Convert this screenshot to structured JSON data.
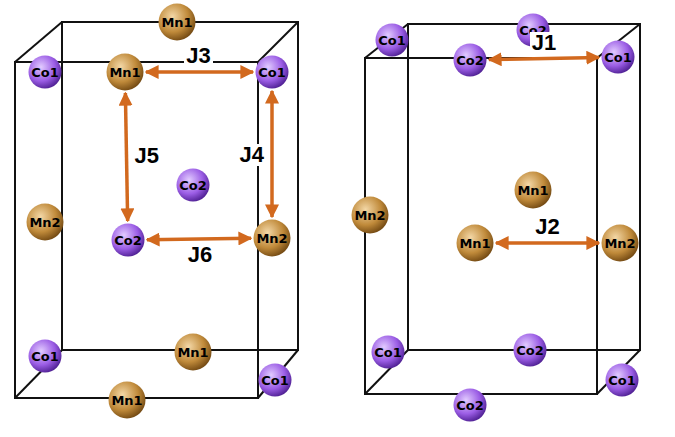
{
  "diagram": {
    "nodes": [
      {
        "text": [
          "Mn1"
        ]
      },
      {
        "text": [
          "Co1"
        ]
      },
      {
        "text": [
          "Mn1"
        ]
      },
      {
        "text": [
          "Co1"
        ]
      },
      {
        "text": [
          "Mn2"
        ]
      },
      {
        "text": [
          "Co2"
        ]
      },
      {
        "text": [
          "Co2"
        ]
      },
      {
        "text": [
          "Mn2"
        ]
      },
      {
        "text": [
          "Co1"
        ]
      },
      {
        "text": [
          "Mn1"
        ]
      },
      {
        "text": [
          "Co1"
        ]
      },
      {
        "text": [
          "Mn1"
        ]
      },
      {
        "text": [
          "Co1"
        ]
      },
      {
        "text": [
          "Co2"
        ]
      },
      {
        "text": [
          "Co2"
        ]
      },
      {
        "text": [
          "Co1"
        ]
      },
      {
        "text": [
          "Mn1"
        ]
      },
      {
        "text": [
          "Mn2"
        ]
      },
      {
        "text": [
          "Mn1"
        ]
      },
      {
        "text": [
          "Mn2"
        ]
      },
      {
        "text": [
          "Co1"
        ]
      },
      {
        "text": [
          "Co2"
        ]
      },
      {
        "text": [
          "Co1"
        ]
      },
      {
        "text": [
          "Co2"
        ]
      }
    ],
    "edges": [
      {
        "from": 2,
        "to": 3,
        "arrow": "both",
        "label": "J3"
      },
      {
        "from": 3,
        "to": 7,
        "arrow": "both",
        "label": "J4"
      },
      {
        "from": 2,
        "to": 6,
        "arrow": "both",
        "label": "J5"
      },
      {
        "from": 6,
        "to": 7,
        "arrow": "both",
        "label": "J6"
      },
      {
        "from": 14,
        "to": 15,
        "arrow": "both",
        "label": "J1"
      },
      {
        "from": 18,
        "to": 19,
        "arrow": "both",
        "label": "J2"
      }
    ]
  }
}
